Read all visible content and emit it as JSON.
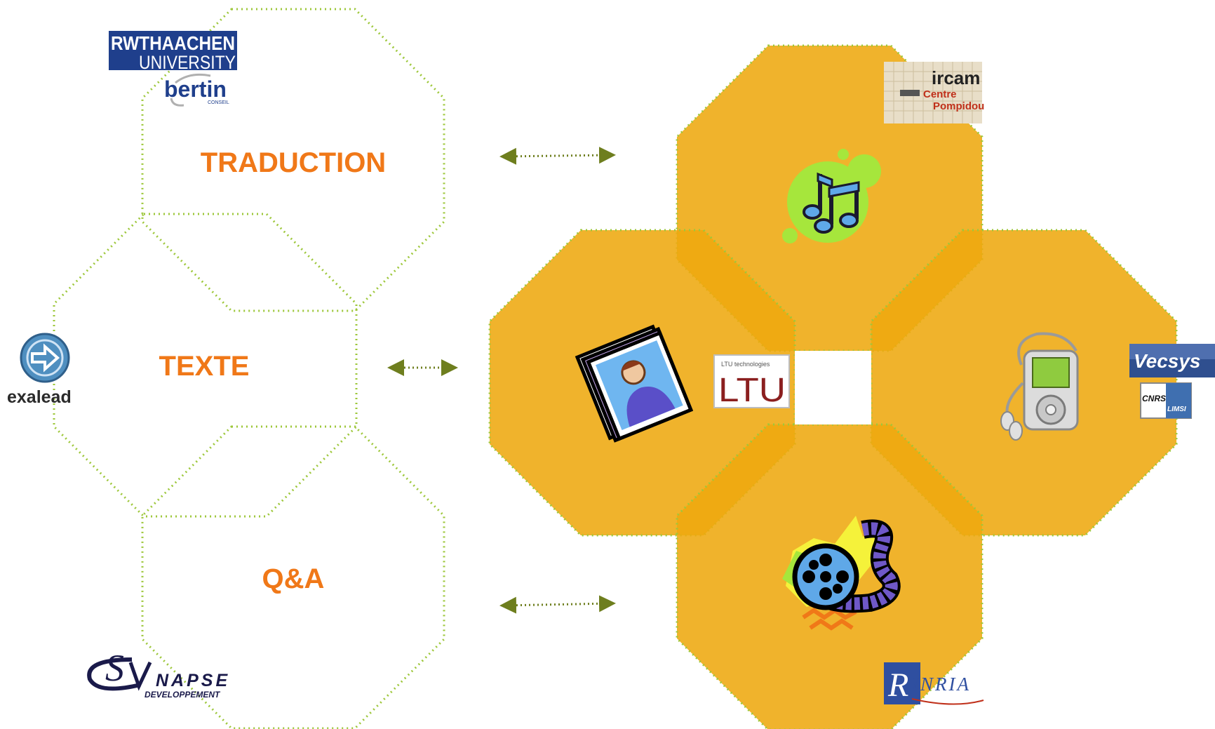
{
  "labels": {
    "traduction": "TRADUCTION",
    "texte": "TEXTE",
    "qa": "Q&A"
  },
  "logos": {
    "rwth_line1": "RWTHAACHEN",
    "rwth_line2": "UNIVERSITY",
    "bertin": "bertin",
    "bertin_sub": "CONSEIL",
    "exalead": "exalead",
    "synapse_main": "NAPSE",
    "synapse_sub": "DEVELOPPEMENT",
    "ircam": "ircam",
    "ircam_centre": "Centre",
    "ircam_pompidou": "Pompidou",
    "ltu_header": "LTU technologies",
    "ltu_mark": "LTU",
    "vecsys": "Vecsys",
    "cnrs": "CNRS",
    "limsi": "LIMSI",
    "inria": "INRIA"
  },
  "icons": {
    "music": "music-notes-icon",
    "image": "photo-image-icon",
    "audio": "audio-player-icon",
    "video": "film-reel-icon"
  },
  "colors": {
    "label_orange": "#F07818",
    "octagon_fill": "#EEA80F",
    "octagon_border": "#9DC73A",
    "arrow": "#6E7E1E",
    "rwth_blue": "#1F3F8C",
    "inria_blue": "#2F4FA0"
  }
}
